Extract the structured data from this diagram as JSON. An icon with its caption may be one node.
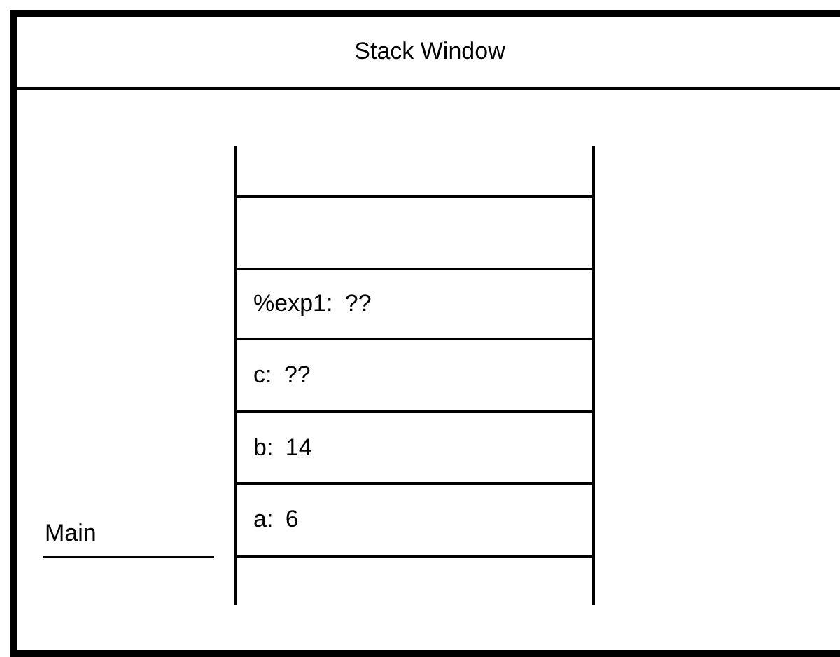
{
  "diagram": {
    "title": "Stack Window",
    "nodes": [
      {
        "text": [],
        "shape": "box"
      },
      {
        "text": [],
        "shape": "box"
      },
      {
        "text": [
          "%exp1: ??"
        ]
      },
      {
        "text": [
          "c: ??"
        ]
      },
      {
        "text": [
          "b: 14"
        ]
      },
      {
        "text": [
          "a: 6"
        ]
      },
      {
        "text": [],
        "shape": "box"
      }
    ],
    "labels": [
      "Main"
    ]
  }
}
